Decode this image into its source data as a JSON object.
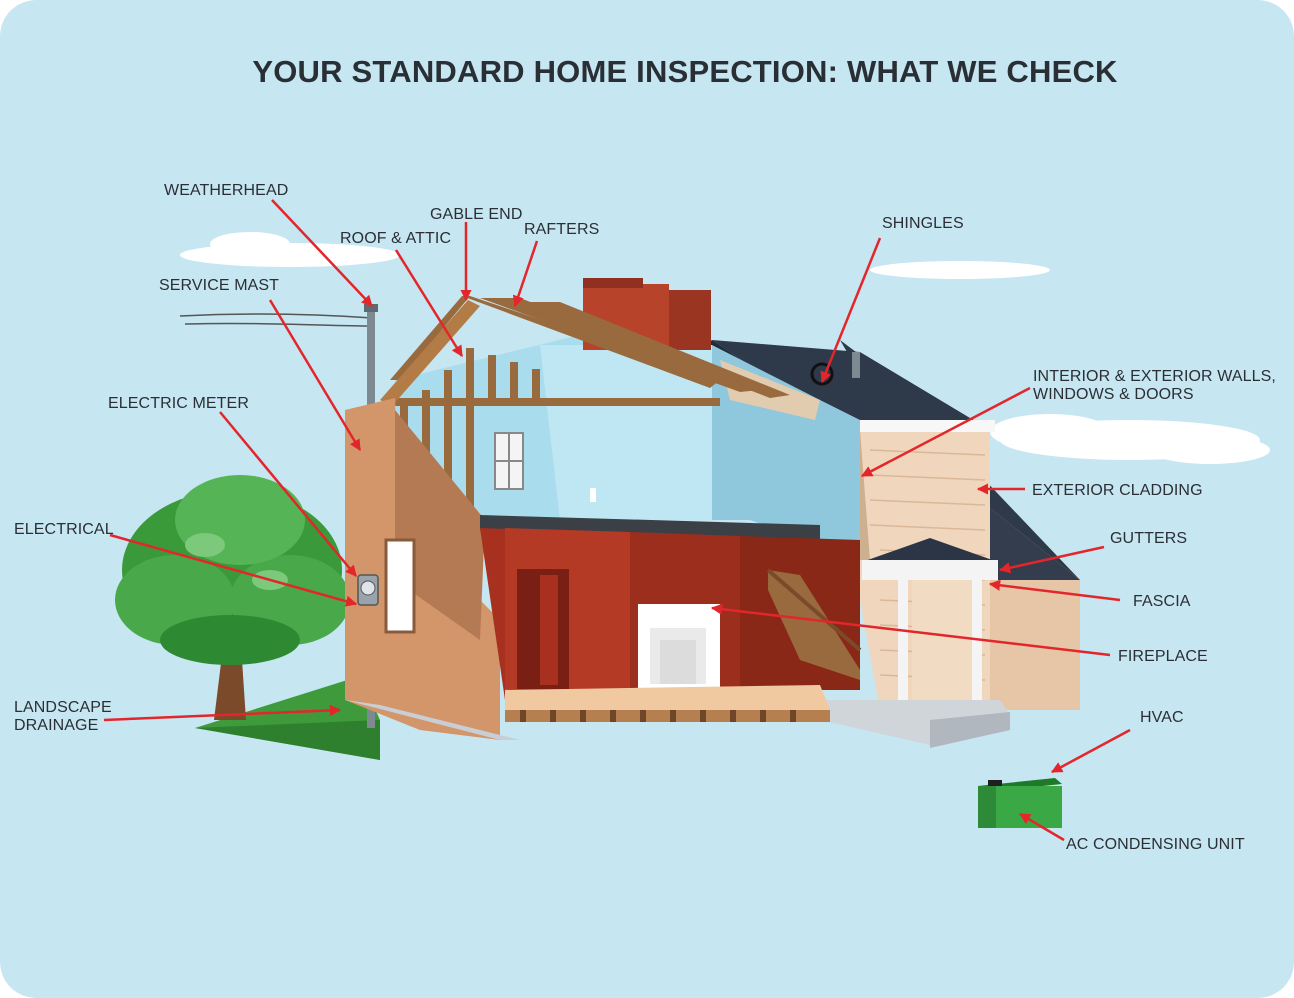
{
  "title": "YOUR STANDARD HOME INSPECTION: WHAT WE CHECK",
  "colors": {
    "background": "#c6e6f1",
    "arrow": "#e3262b",
    "text": "#2b2f35"
  },
  "labels": {
    "weatherhead": "WEATHERHEAD",
    "gable_end": "GABLE END",
    "roof_attic": "ROOF & ATTIC",
    "rafters": "RAFTERS",
    "shingles": "SHINGLES",
    "service_mast": "SERVICE MAST",
    "interior_walls_1": "INTERIOR & EXTERIOR WALLS,",
    "interior_walls_2": "WINDOWS & DOORS",
    "electric_meter": "ELECTRIC METER",
    "exterior_cladding": "EXTERIOR CLADDING",
    "electrical": "ELECTRICAL",
    "gutters": "GUTTERS",
    "fascia": "FASCIA",
    "fireplace": "FIREPLACE",
    "landscape_1": "LANDSCAPE",
    "landscape_2": "DRAINAGE",
    "hvac": "HVAC",
    "ac_unit": "AC CONDENSING UNIT"
  }
}
